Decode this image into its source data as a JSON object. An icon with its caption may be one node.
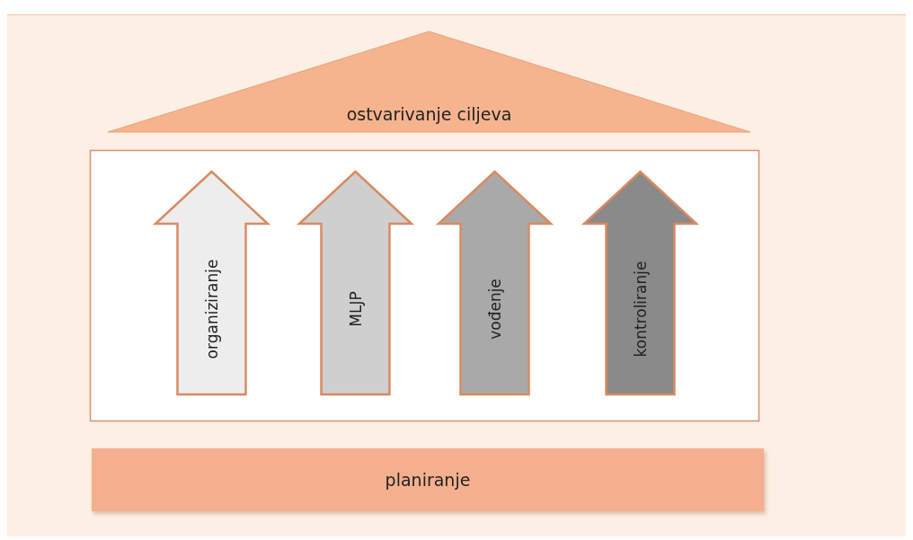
{
  "diagram": {
    "nodes": [
      {
        "text": [
          "ostvarivanje ciljeva"
        ]
      },
      {
        "text": [],
        "shape": "box"
      },
      {
        "text": [
          "organiziranje"
        ],
        "in": 1
      },
      {
        "text": [
          "MLJP"
        ],
        "in": 1
      },
      {
        "text": [
          "vođenje"
        ],
        "in": 1
      },
      {
        "text": [
          "kontroliranje"
        ],
        "in": 1
      },
      {
        "text": [
          "planiranje"
        ]
      }
    ]
  }
}
